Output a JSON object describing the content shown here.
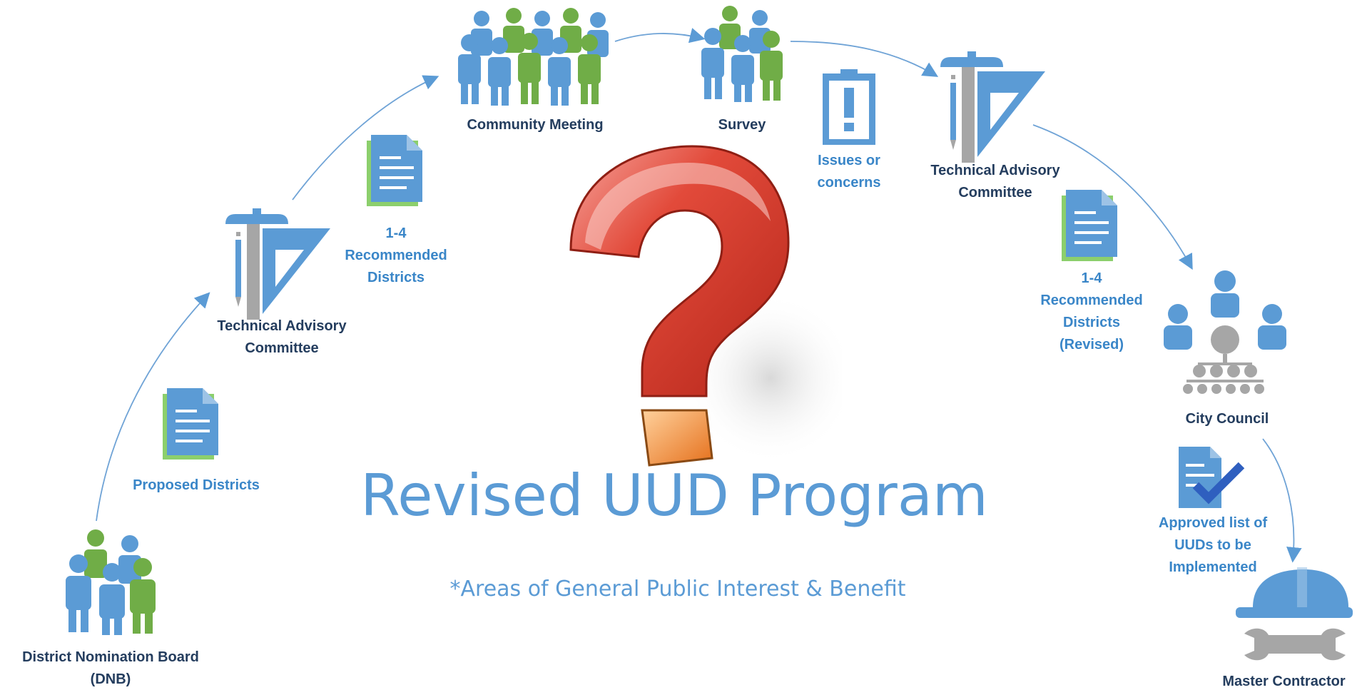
{
  "title": "Revised UUD Program",
  "subtitle": "*Areas of General Public Interest & Benefit",
  "nodes": {
    "dnb": "District Nomination Board\n(DNB)",
    "proposed": "Proposed Districts",
    "tac1": "Technical Advisory\nCommittee",
    "rec1": "1-4\nRecommended\nDistricts",
    "community": "Community Meeting",
    "survey": "Survey",
    "issues": "Issues or\nconcerns",
    "tac2": "Technical Advisory\nCommittee",
    "rec2": "1-4\nRecommended\nDistricts\n(Revised)",
    "council": "City Council",
    "approved": "Approved list of\nUUDs to be\nImplemented",
    "contractor": "Master Contractor"
  },
  "colors": {
    "blue": "#5b9bd5",
    "green": "#70ad47",
    "grey": "#a6a6a6",
    "dark_text": "#243d5e",
    "blue_text": "#3a86c8",
    "question_red": "#e03b2e",
    "question_orange": "#f48a2a"
  },
  "icons": [
    "people-group-icon",
    "document-icon",
    "drafting-tools-icon",
    "clipboard-alert-icon",
    "org-chart-icon",
    "checklist-icon",
    "hard-hat-icon",
    "wrench-icon",
    "question-mark-icon"
  ]
}
